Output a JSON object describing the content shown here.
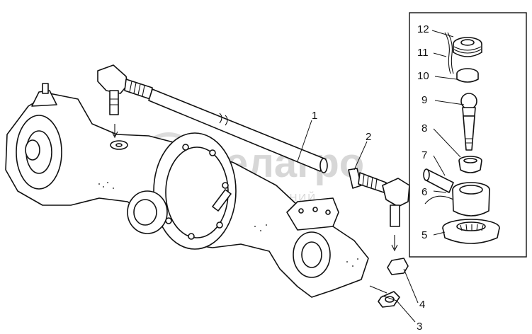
{
  "watermark": {
    "brand": "белагро",
    "subtitle": "ГРУППА КОМПАНИЙ"
  },
  "callouts": [
    {
      "id": "1",
      "label": "1"
    },
    {
      "id": "2",
      "label": "2"
    },
    {
      "id": "3",
      "label": "3"
    },
    {
      "id": "4",
      "label": "4"
    },
    {
      "id": "5",
      "label": "5"
    },
    {
      "id": "6",
      "label": "6"
    },
    {
      "id": "7",
      "label": "7"
    },
    {
      "id": "8",
      "label": "8"
    },
    {
      "id": "9",
      "label": "9"
    },
    {
      "id": "10",
      "label": "10"
    },
    {
      "id": "11",
      "label": "11"
    },
    {
      "id": "12",
      "label": "12"
    }
  ],
  "colors": {
    "line": "#111111",
    "background": "#ffffff",
    "watermark": "#d7d7d7"
  }
}
